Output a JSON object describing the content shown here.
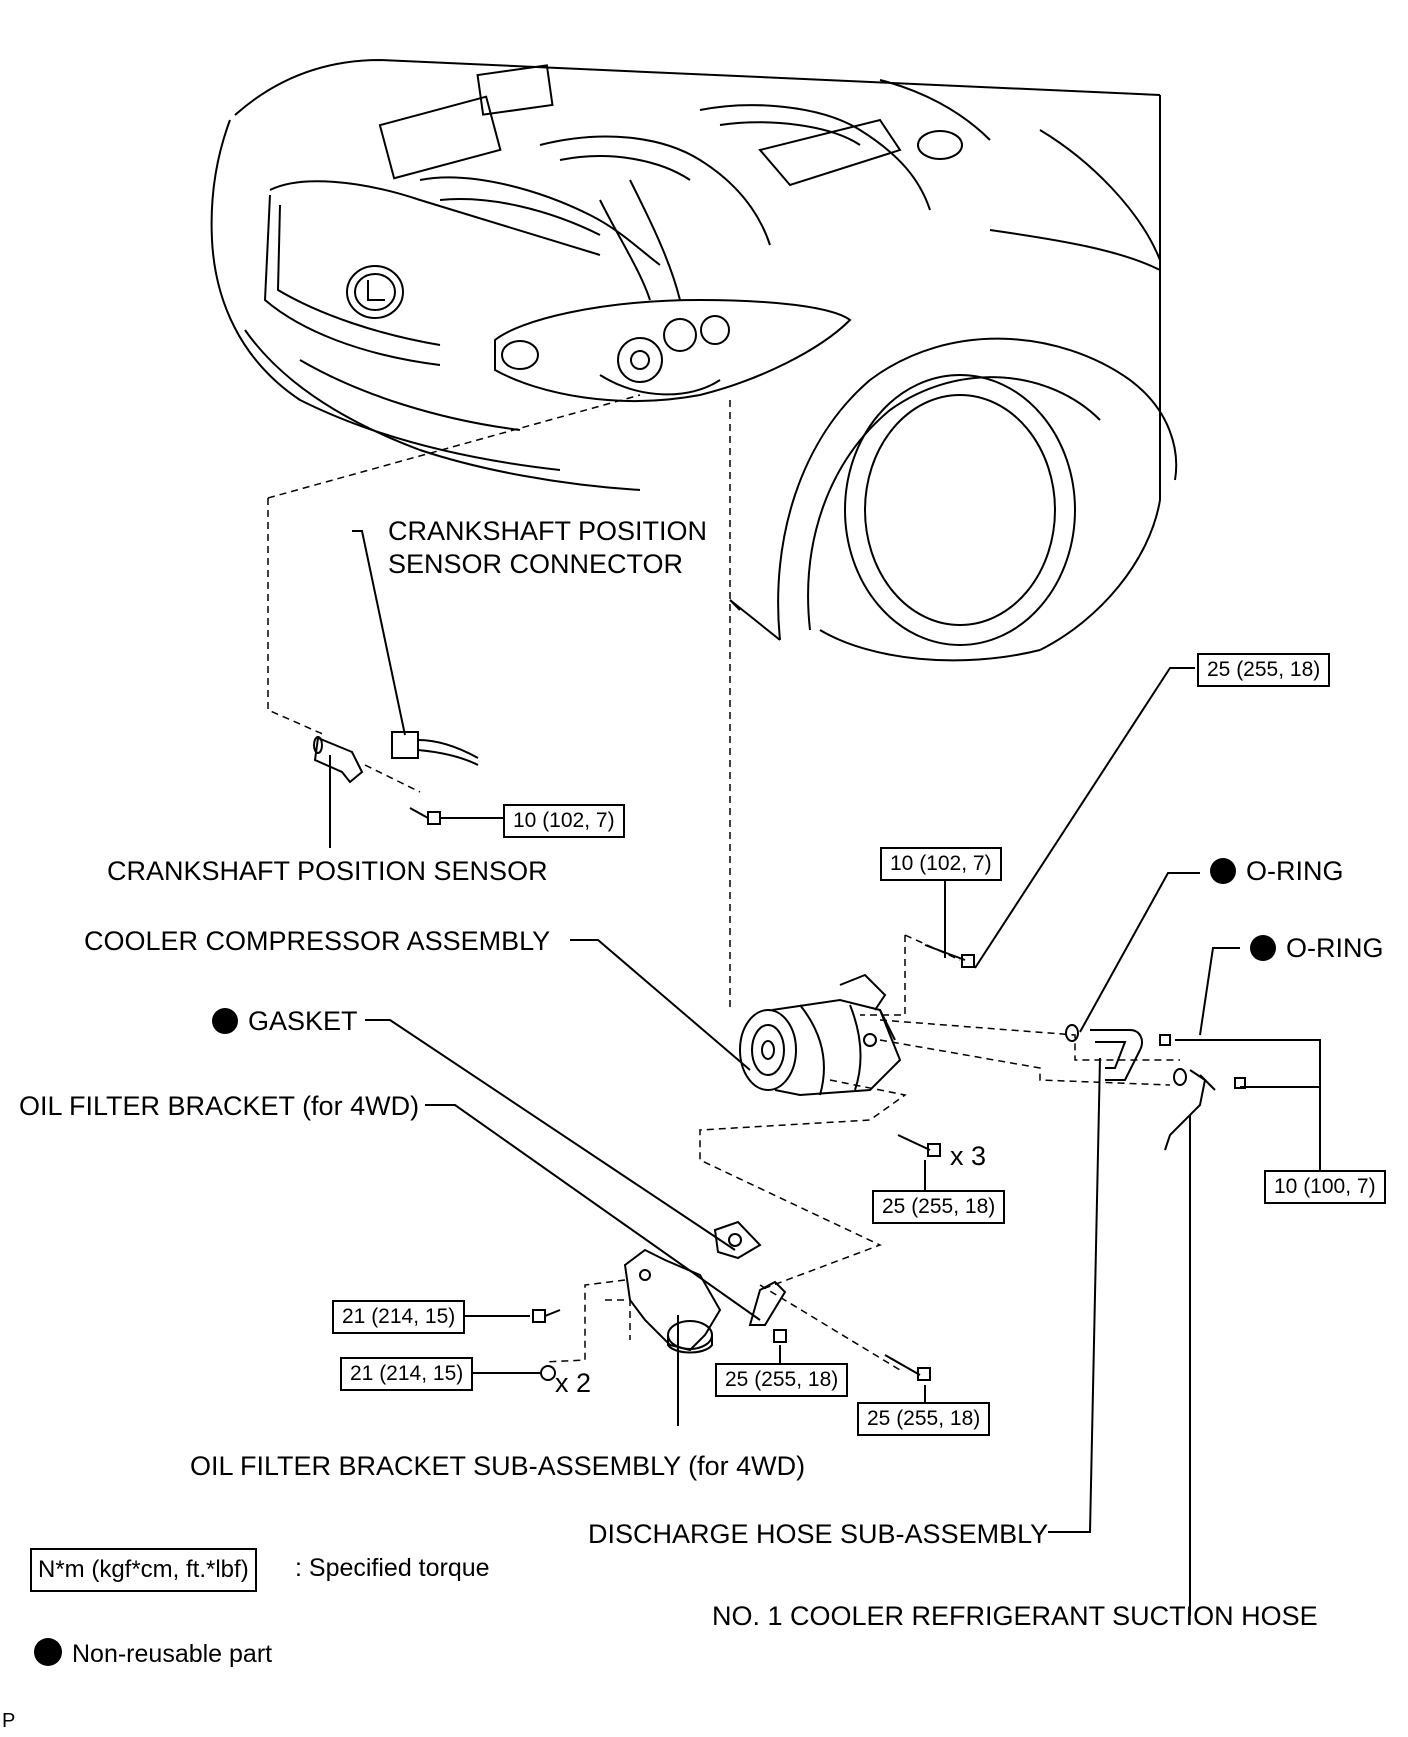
{
  "labels": {
    "crank_connector_line1": "CRANKSHAFT POSITION",
    "crank_connector_line2": "SENSOR CONNECTOR",
    "crank_sensor": "CRANKSHAFT POSITION SENSOR",
    "cooler_compressor": "COOLER COMPRESSOR ASSEMBLY",
    "gasket": "GASKET",
    "oil_filter_bracket": "OIL FILTER BRACKET (for 4WD)",
    "oil_filter_sub": "OIL FILTER BRACKET SUB-ASSEMBLY (for 4WD)",
    "discharge_hose": "DISCHARGE HOSE SUB-ASSEMBLY",
    "suction_hose": "NO. 1 COOLER REFRIGERANT SUCTION HOSE",
    "o_ring_1": "O-RING",
    "o_ring_2": "O-RING"
  },
  "torques": {
    "t_25_top": "25 (255, 18)",
    "t_10_sensor": "10 (102, 7)",
    "t_10_comp": "10 (102, 7)",
    "t_25_x3": "25 (255, 18)",
    "t_10_hose": "10 (100, 7)",
    "t_21_a": "21 (214, 15)",
    "t_21_b": "21 (214, 15)",
    "t_25_nut": "25 (255, 18)",
    "t_25_bolt": "25 (255, 18)"
  },
  "multipliers": {
    "x3": "x 3",
    "x2": "x 2"
  },
  "legend": {
    "torque_unit": "N*m (kgf*cm, ft.*lbf)",
    "torque_text": ": Specified torque",
    "nonreusable_text": "Non-reusable part"
  },
  "corner_mark": "P"
}
